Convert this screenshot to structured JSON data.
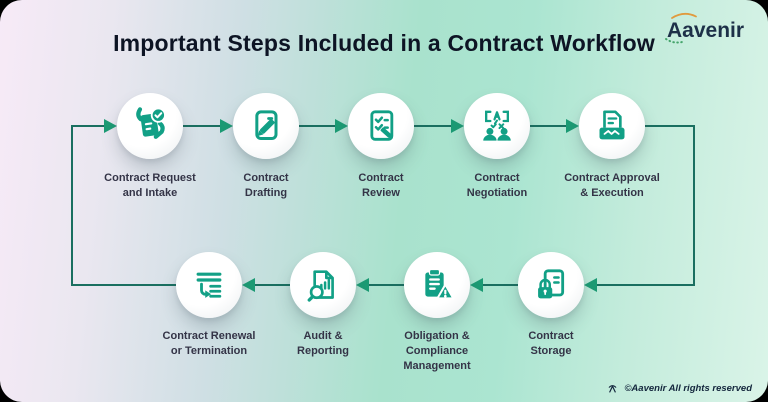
{
  "page": {
    "title": "Important Steps Included in a Contract Workflow"
  },
  "brand": {
    "logo_text": "Aavenir",
    "copyright": "©Aavenir All rights reserved"
  },
  "steps": [
    {
      "label": "Contract Request\nand Intake",
      "icon": "document-hands-check-icon"
    },
    {
      "label": "Contract\nDrafting",
      "icon": "document-pencil-icon"
    },
    {
      "label": "Contract\nReview",
      "icon": "checklist-pencil-icon"
    },
    {
      "label": "Contract\nNegotiation",
      "icon": "people-discussion-icon"
    },
    {
      "label": "Contract Approval\n& Execution",
      "icon": "document-handshake-icon"
    },
    {
      "label": "Contract\nStorage",
      "icon": "document-lock-icon"
    },
    {
      "label": "Obligation &\nCompliance\nManagement",
      "icon": "clipboard-warning-icon"
    },
    {
      "label": "Audit &\nReporting",
      "icon": "report-magnifier-icon"
    },
    {
      "label": "Contract Renewal\nor Termination",
      "icon": "list-renew-arrow-icon"
    }
  ],
  "colors": {
    "icon_teal": "#12A086",
    "line_teal": "#1A6F60",
    "arrow_green": "#1C9B74",
    "title_text": "#0D1424",
    "label_text": "#343447",
    "bg_left": "#F7EAF7",
    "bg_mid": "#A9E2CD",
    "bg_right": "#DAF4E8",
    "logo_orange": "#E09A3E",
    "logo_green": "#45A56B"
  }
}
